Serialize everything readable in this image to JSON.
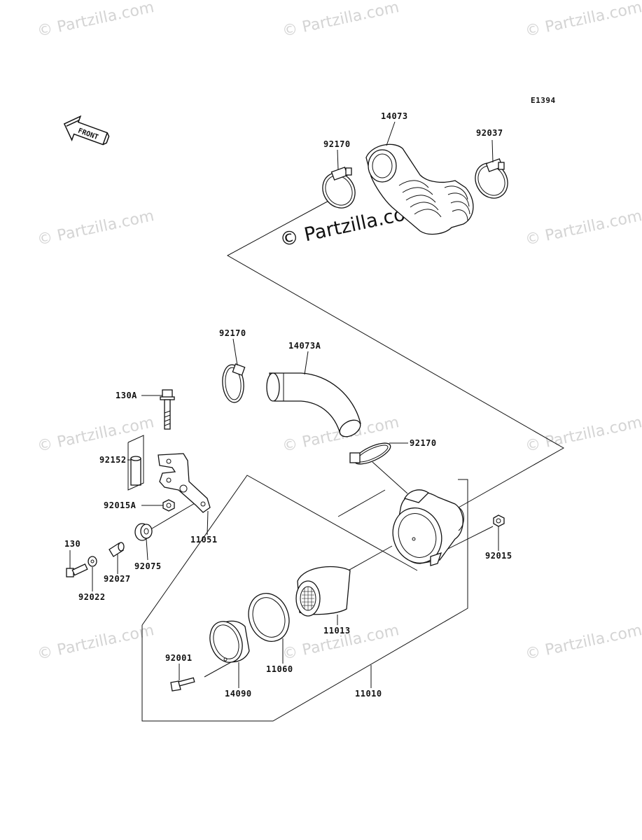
{
  "diagram": {
    "code": "E1394",
    "front_label": "FRONT",
    "watermark": "© Partzilla.com",
    "watermark_center": "© Partzilla.com",
    "parts": [
      {
        "id": "p14073",
        "label": "14073"
      },
      {
        "id": "p92037",
        "label": "92037"
      },
      {
        "id": "p92170a",
        "label": "92170"
      },
      {
        "id": "p92170b",
        "label": "92170"
      },
      {
        "id": "p14073A",
        "label": "14073A"
      },
      {
        "id": "p130A",
        "label": "130A"
      },
      {
        "id": "p92152",
        "label": "92152"
      },
      {
        "id": "p92170c",
        "label": "92170"
      },
      {
        "id": "p92015A",
        "label": "92015A"
      },
      {
        "id": "p11051",
        "label": "11051"
      },
      {
        "id": "p130",
        "label": "130"
      },
      {
        "id": "p92075",
        "label": "92075"
      },
      {
        "id": "p92027",
        "label": "92027"
      },
      {
        "id": "p92022",
        "label": "92022"
      },
      {
        "id": "p92015",
        "label": "92015"
      },
      {
        "id": "p11013",
        "label": "11013"
      },
      {
        "id": "p92001",
        "label": "92001"
      },
      {
        "id": "p11060",
        "label": "11060"
      },
      {
        "id": "p14090",
        "label": "14090"
      },
      {
        "id": "p11010",
        "label": "11010"
      }
    ]
  }
}
